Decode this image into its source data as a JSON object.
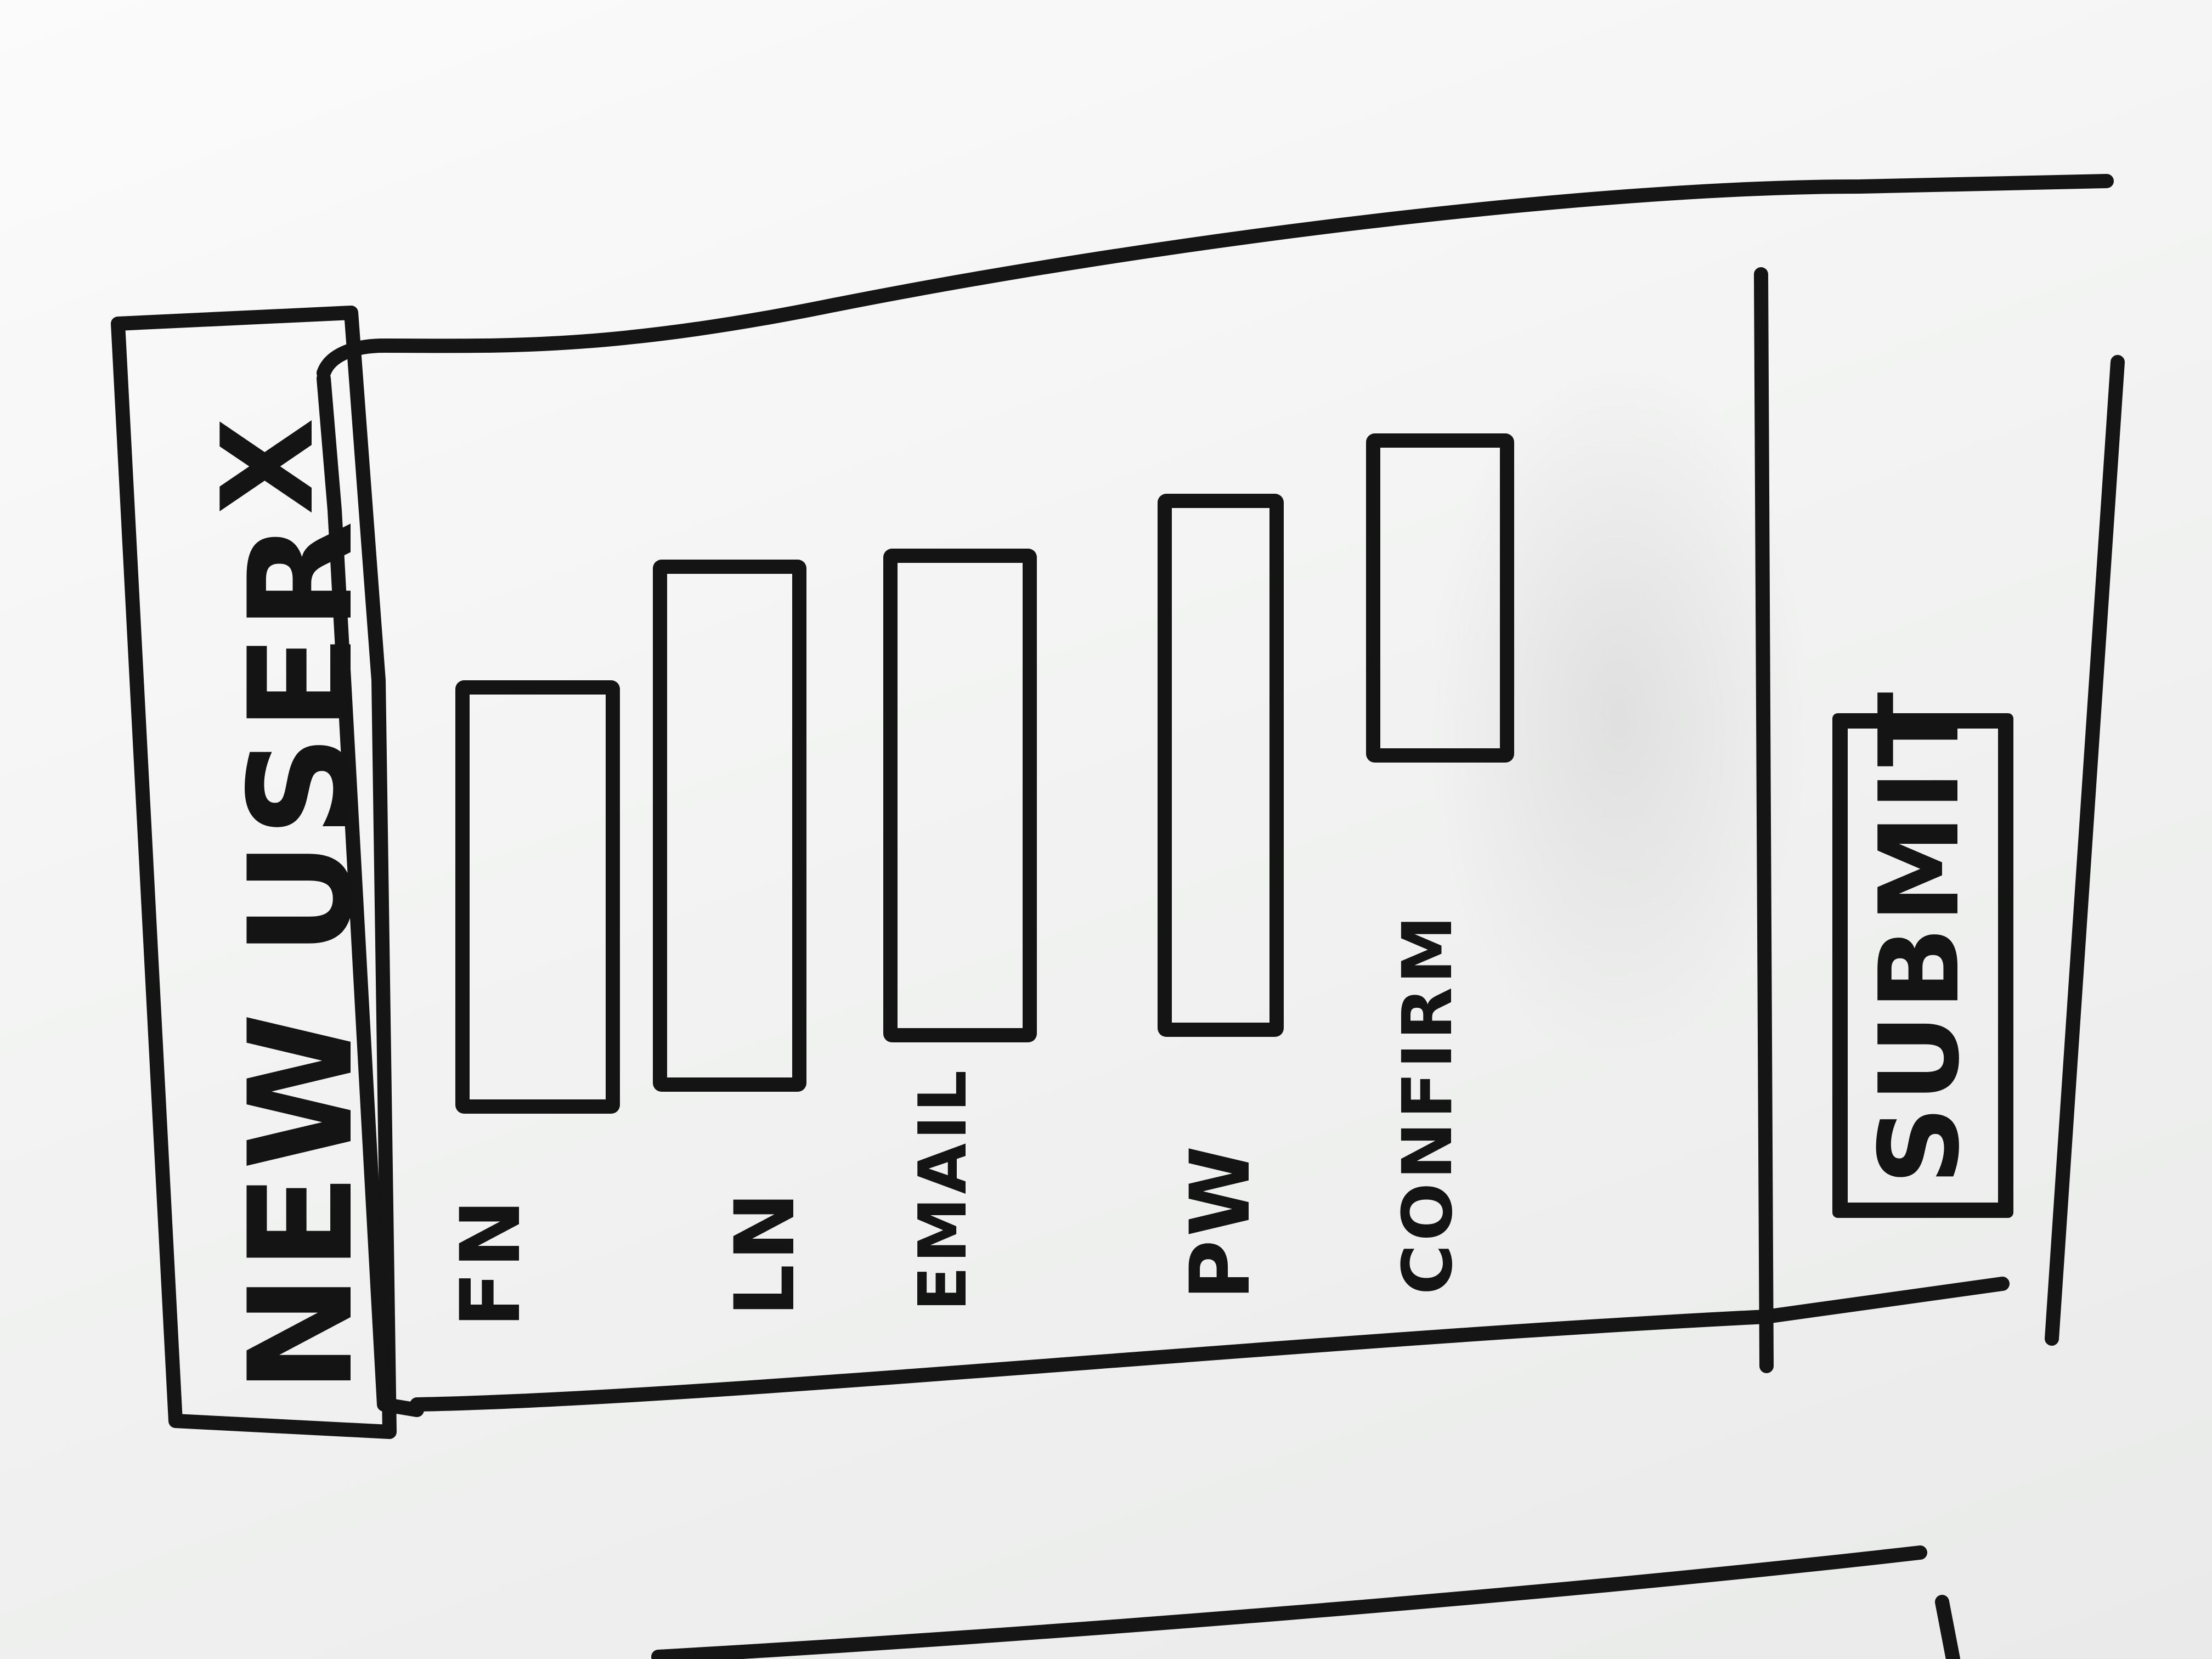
{
  "dialog": {
    "title": "NEW USER",
    "close_glyph": "X"
  },
  "form": {
    "fields": [
      {
        "label": "FN",
        "value": ""
      },
      {
        "label": "LN",
        "value": ""
      },
      {
        "label": "EMAIL",
        "value": ""
      },
      {
        "label": "PW",
        "value": ""
      },
      {
        "label": "CONFIRM",
        "value": ""
      }
    ],
    "submit_label": "SUBMIT"
  },
  "colors": {
    "ink": "#141414",
    "whiteboard": "#f3f4f3"
  }
}
